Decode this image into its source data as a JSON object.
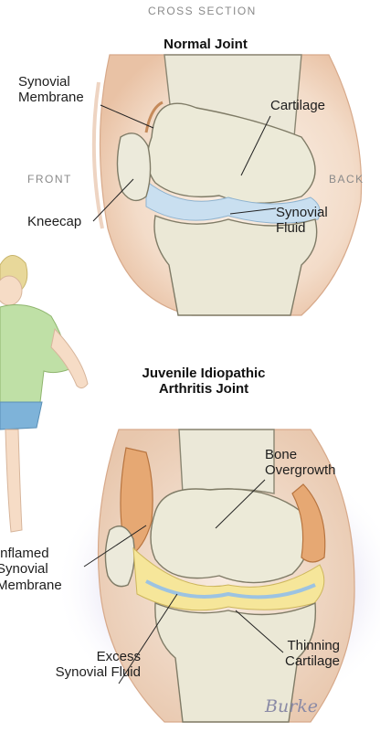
{
  "top_caption": "CROSS SECTION",
  "normal_title": "Normal Joint",
  "side_front": "FRONT",
  "side_back": "BACK",
  "normal_labels": {
    "synovial_membrane": [
      "Synovial",
      "Membrane"
    ],
    "cartilage": "Cartilage",
    "kneecap": "Kneecap",
    "synovial_fluid": [
      "Synovial",
      "Fluid"
    ]
  },
  "jia_title": [
    "Juvenile Idiopathic",
    "Arthritis Joint"
  ],
  "jia_labels": {
    "bone_overgrowth": [
      "Bone",
      "Overgrowth"
    ],
    "inflamed_membrane": [
      "Inflamed",
      "Synovial",
      "Membrane"
    ],
    "thinning_cartilage": [
      "Thinning",
      "Cartilage"
    ],
    "excess_fluid": [
      "Excess",
      "Synovial Fluid"
    ]
  },
  "signature": "Burke",
  "colors": {
    "bone": "#eceadb",
    "cartilage": "#c9dff0",
    "skin_shade": "#f0d6c0",
    "inflamed": "#e6a873",
    "excess_fluid": "#f6e69a",
    "purple_glow": "#b9b0dc"
  }
}
